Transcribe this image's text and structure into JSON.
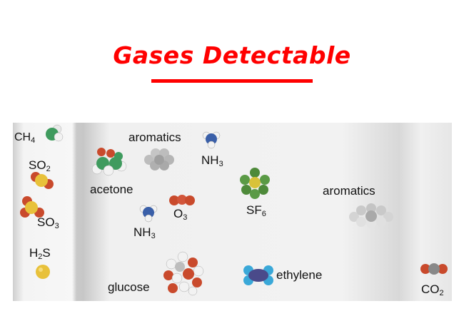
{
  "title": "Gases Detectable",
  "molecules": {
    "ch4": {
      "formula": "CH",
      "sub": "4"
    },
    "so2": {
      "formula": "SO",
      "sub": "2"
    },
    "so3": {
      "formula": "SO",
      "sub": "3"
    },
    "h2s_pre": "H",
    "h2s_sub": "2",
    "h2s_post": "S",
    "aromatics_1": "aromatics",
    "nh3_top": {
      "formula": "NH",
      "sub": "3"
    },
    "acetone": "acetone",
    "o3": {
      "formula": "O",
      "sub": "3"
    },
    "nh3_mid": {
      "formula": "NH",
      "sub": "3"
    },
    "sf6": {
      "formula": "SF",
      "sub": "6"
    },
    "aromatics_2": "aromatics",
    "glucose": "glucose",
    "ethylene": "ethylene",
    "co2": {
      "formula": "CO",
      "sub": "2"
    }
  },
  "colors": {
    "title": "#ff0000",
    "carbon_green": "#3f9b5e",
    "hydrogen": "#f2f2f2",
    "sulfur": "#e8c13a",
    "oxygen": "#c94a2c",
    "nitrogen": "#3a5fa8",
    "fluorine": "#4e8a3a",
    "aromatic_gray": "#bdbdbd"
  }
}
